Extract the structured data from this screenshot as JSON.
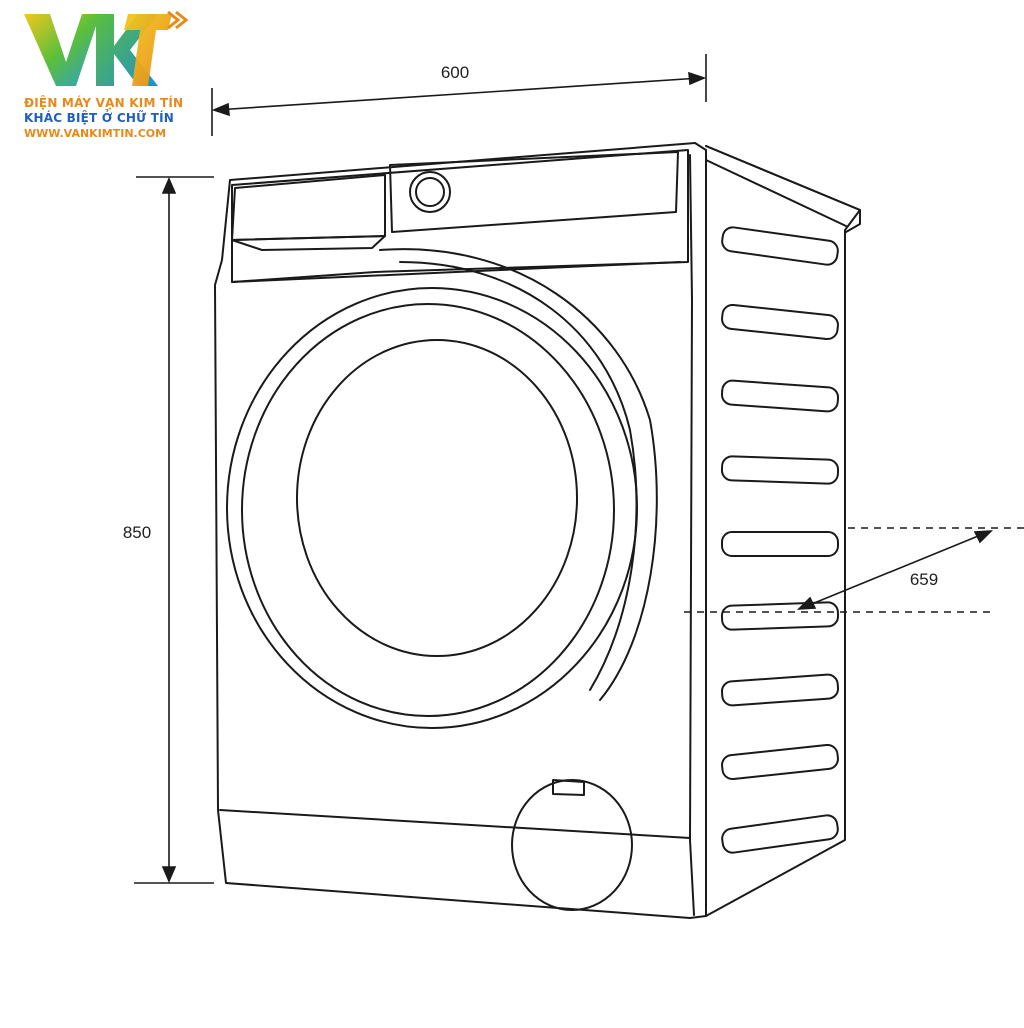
{
  "brand": {
    "logo_text": "VKT",
    "line1": "ĐIỆN MÁY VẠN KIM TÍN",
    "line2": "KHÁC BIỆT Ở CHỮ TÍN",
    "line3": "WWW.VANKIMTIN.COM",
    "colors": {
      "orange": "#e88a1a",
      "blue": "#1f5fbf",
      "green": "#5bbf3a",
      "yellow": "#f2c81e"
    }
  },
  "dimensions": {
    "width": "600",
    "height": "850",
    "depth": "659"
  },
  "line_color": "#1a1a1a"
}
